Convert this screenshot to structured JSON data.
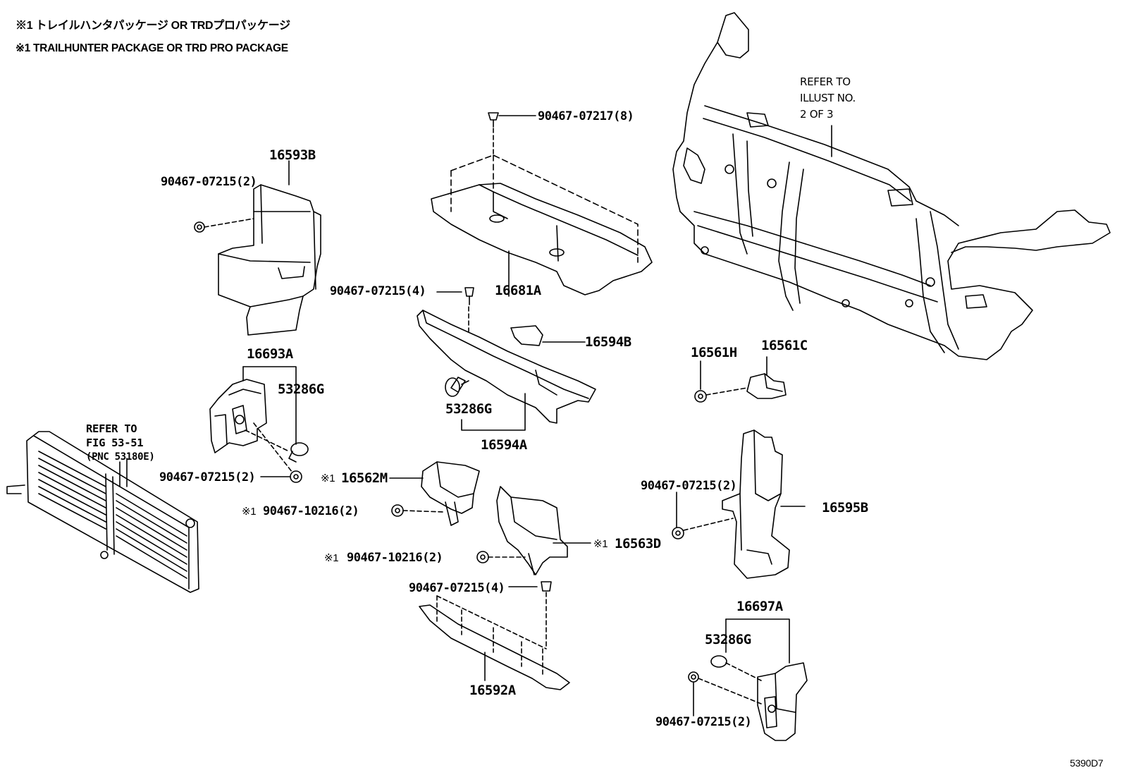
{
  "notes": {
    "jp": "※1 トレイルハンタパッケージ OR TRDプロパッケージ",
    "en": "※1 TRAILHUNTER PACKAGE OR TRD PRO PACKAGE"
  },
  "parts": {
    "p16593B": "16593B",
    "p90467_07215_2_a": "90467-07215(2)",
    "p90467_07217_8": "90467-07217(8)",
    "p16681A": "16681A",
    "p90467_07215_4_a": "90467-07215(4)",
    "p16594B": "16594B",
    "p16693A": "16693A",
    "p53286G_a": "53286G",
    "p53286G_b": "53286G",
    "p16594A": "16594A",
    "p90467_07215_2_b": "90467-07215(2)",
    "p16562M": "16562M",
    "p90467_10216_2_a": "90467-10216(2)",
    "p90467_10216_2_b": "90467-10216(2)",
    "p16563D": "16563D",
    "p90467_07215_4_b": "90467-07215(4)",
    "p16592A": "16592A",
    "p16561H": "16561H",
    "p16561C": "16561C",
    "p90467_07215_2_c": "90467-07215(2)",
    "p16595B": "16595B",
    "p16697A": "16697A",
    "p53286G_c": "53286G",
    "p90467_07215_2_d": "90467-07215(2)"
  },
  "marks": {
    "m16562M": "※1",
    "m90467_10216_a": "※1",
    "m90467_10216_b": "※1",
    "m16563D": "※1"
  },
  "refs": {
    "illust_line1": "REFER TO",
    "illust_line2": "ILLUST NO.",
    "illust_line3": "2 OF 3",
    "fig_line1": "REFER TO",
    "fig_line2": "FIG 53-51",
    "fig_line3": "(PNC 53180E)"
  },
  "illustration_code": "5390D7",
  "colors": {
    "ink": "#000000",
    "paper": "#ffffff"
  }
}
